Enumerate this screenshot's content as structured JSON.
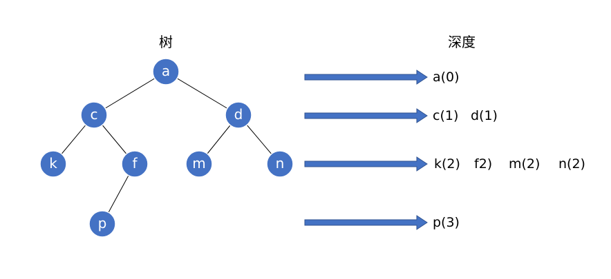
{
  "headings": {
    "tree": "树",
    "depth": "深度"
  },
  "tree": {
    "nodes": [
      "a",
      "c",
      "d",
      "k",
      "f",
      "m",
      "n",
      "p"
    ],
    "edges": [
      [
        "a",
        "c"
      ],
      [
        "a",
        "d"
      ],
      [
        "c",
        "k"
      ],
      [
        "c",
        "f"
      ],
      [
        "d",
        "m"
      ],
      [
        "d",
        "n"
      ],
      [
        "f",
        "p"
      ]
    ]
  },
  "depth_rows": [
    {
      "labels": [
        "a(0)"
      ]
    },
    {
      "labels": [
        "c(1)",
        "d(1)"
      ]
    },
    {
      "labels": [
        "k(2)",
        "f2)",
        "m(2)",
        "n(2)"
      ]
    },
    {
      "labels": [
        "p(3)"
      ]
    }
  ],
  "colors": {
    "node_fill": "#4472C4",
    "arrow_fill": "#4472C4",
    "arrow_stroke": "#2F528F",
    "edge": "#000000"
  }
}
